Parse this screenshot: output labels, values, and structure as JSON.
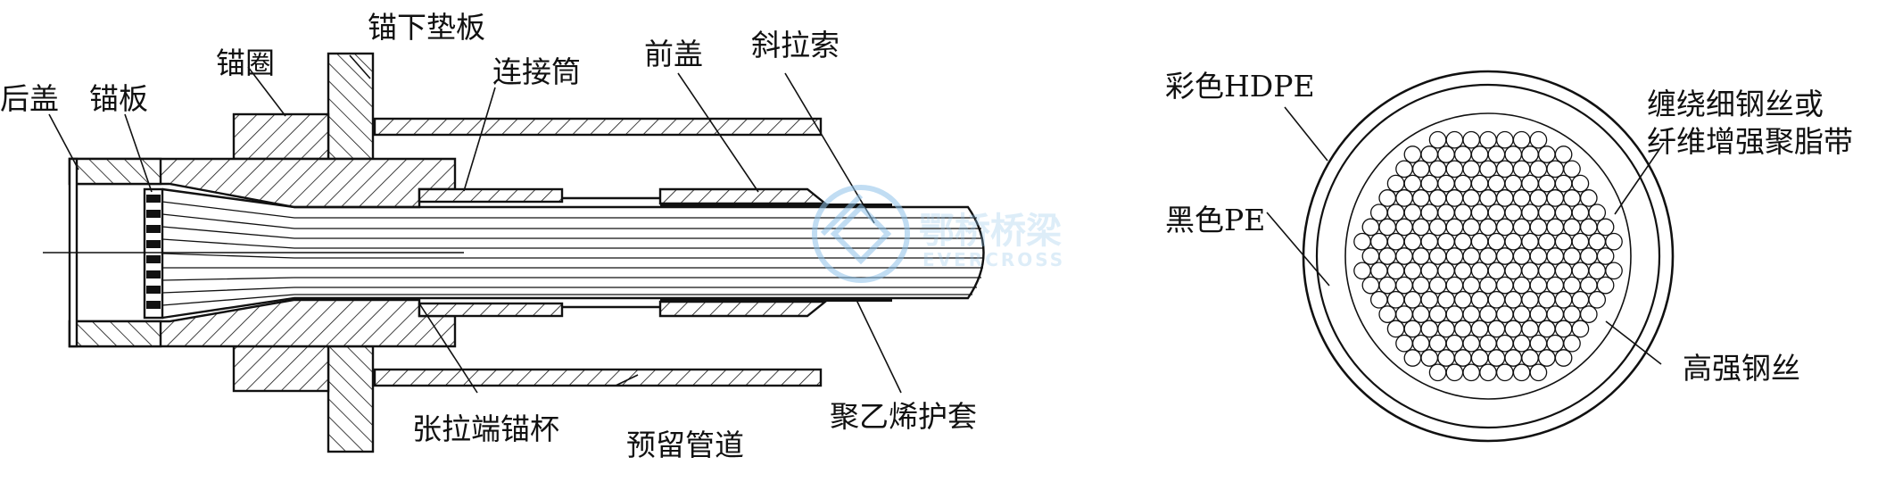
{
  "left_diagram": {
    "labels": {
      "anchor_bearing_plate": "锚下垫板",
      "anchor_ring": "锚圈",
      "connecting_tube": "连接筒",
      "front_cover": "前盖",
      "stay_cable": "斜拉索",
      "rear_cover": "后盖",
      "anchor_plate": "锚板",
      "tension_end_anchor_cup": "张拉端锚杯",
      "reserved_duct": "预留管道",
      "polyethylene_sheath": "聚乙烯护套"
    }
  },
  "right_diagram": {
    "labels": {
      "colored_hdpe": "彩色HDPE",
      "black_pe": "黑色PE",
      "wrap_line1": "缠绕细钢丝或",
      "wrap_line2": "纤维增强聚脂带",
      "high_strength_wire": "高强钢丝"
    }
  },
  "watermark": {
    "cn": "鄂桥桥梁",
    "en": "EVERCROSS",
    "color": "#8fc3ea"
  },
  "colors": {
    "line": "#111111",
    "background": "#ffffff"
  }
}
